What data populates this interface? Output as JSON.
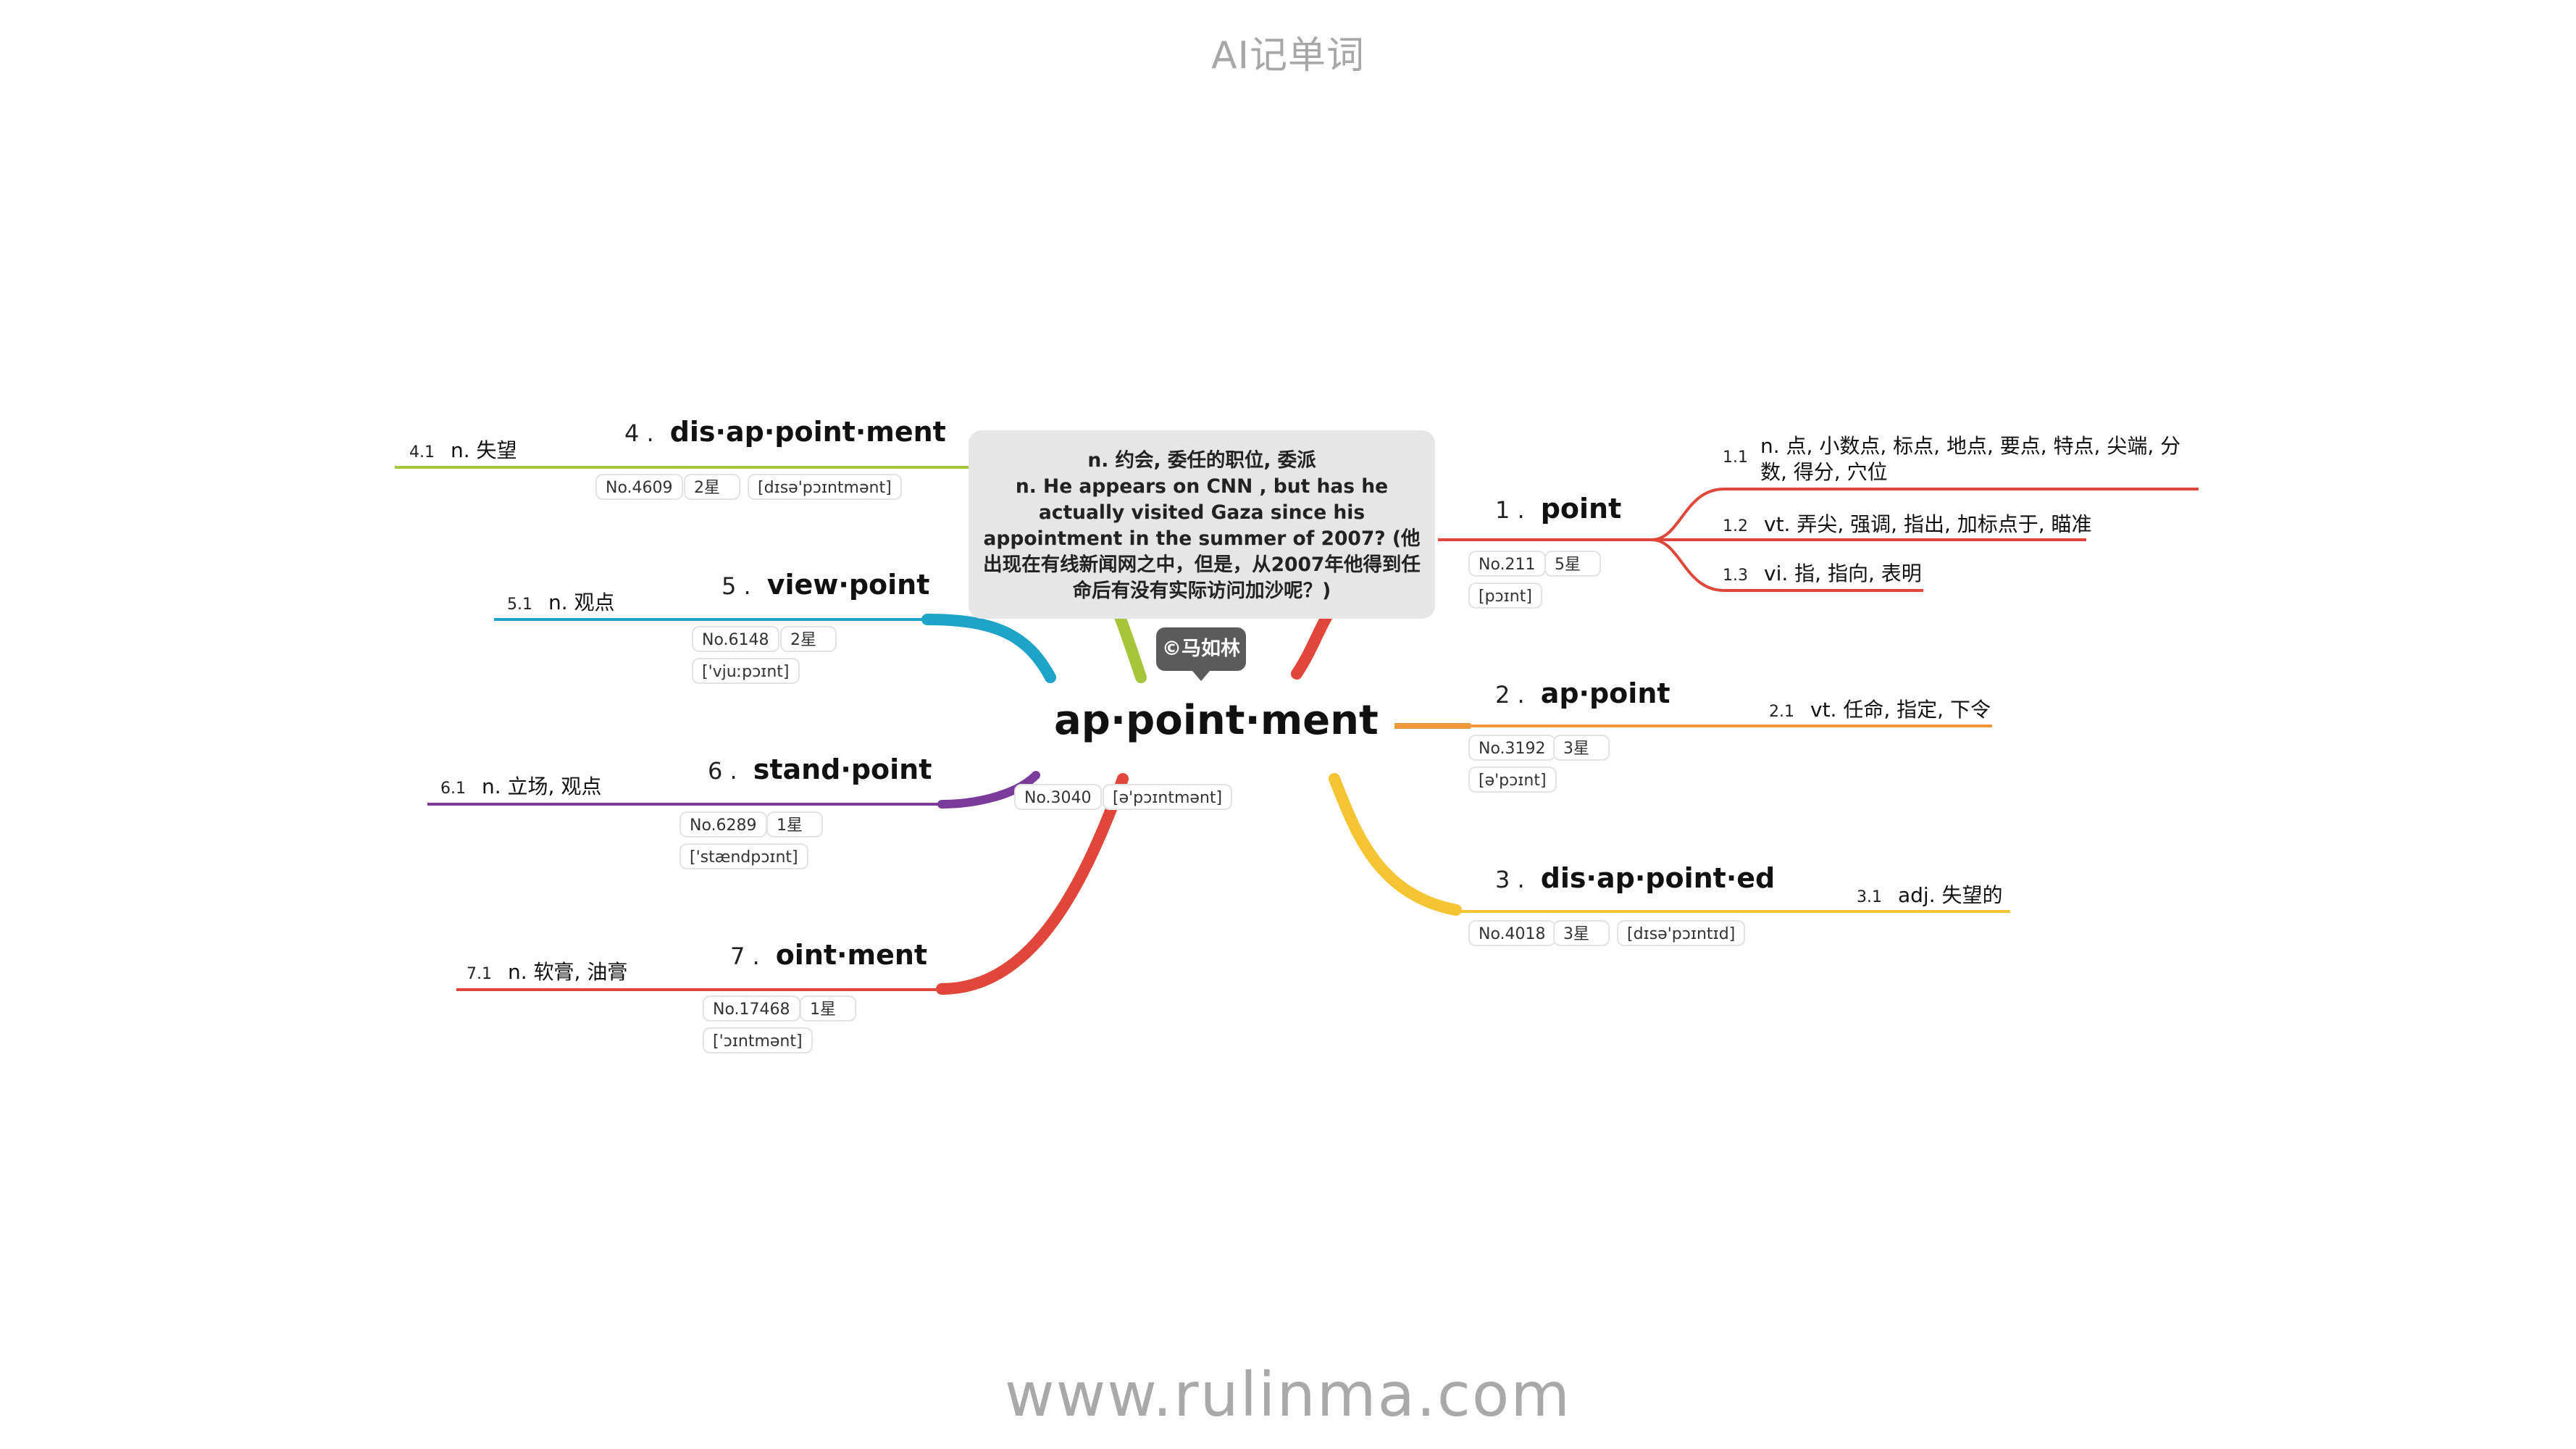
{
  "title": "AI记单词",
  "footer": "www.rulinma.com",
  "root": {
    "word": "ap·point·ment",
    "no": "No.3040",
    "phonetic": "[ə'pɔɪntmənt]",
    "note_meaning": "n. 约会, 委任的职位, 委派",
    "note_example": "n. He appears on CNN , but has he actually visited Gaza since his appointment in the summer of 2007? (他出现在有线新闻网之中，但是，从2007年他得到任命后有没有实际访问加沙呢？)",
    "author": "©马如林"
  },
  "branches": [
    {
      "id": "b1",
      "index": "1 .",
      "word": "point",
      "color": "#e0473a",
      "no": "No.211",
      "stars": "5星",
      "phonetic": "[pɔɪnt]",
      "senses": [
        {
          "num": "1.1",
          "text": "n. 点, 小数点, 标点, 地点, 要点, 特点, 尖端, 分数, 得分, 穴位"
        },
        {
          "num": "1.2",
          "text": "vt. 弄尖, 强调, 指出, 加标点于, 瞄准"
        },
        {
          "num": "1.3",
          "text": "vi. 指, 指向, 表明"
        }
      ]
    },
    {
      "id": "b2",
      "index": "2 .",
      "word": "ap·point",
      "color": "#f0973a",
      "no": "No.3192",
      "stars": "3星",
      "phonetic": "[ə'pɔɪnt]",
      "senses": [
        {
          "num": "2.1",
          "text": "vt. 任命, 指定, 下令"
        }
      ]
    },
    {
      "id": "b3",
      "index": "3 .",
      "word": "dis·ap·point·ed",
      "color": "#f5c433",
      "no": "No.4018",
      "stars": "3星",
      "phonetic": "[dɪsə'pɔɪntɪd]",
      "senses": [
        {
          "num": "3.1",
          "text": "adj. 失望的"
        }
      ]
    },
    {
      "id": "b4",
      "index": "4 .",
      "word": "dis·ap·point·ment",
      "color": "#a5c63b",
      "no": "No.4609",
      "stars": "2星",
      "phonetic": "[dɪsə'pɔɪntmənt]",
      "senses": [
        {
          "num": "4.1",
          "text": "n. 失望"
        }
      ]
    },
    {
      "id": "b5",
      "index": "5 .",
      "word": "view·point",
      "color": "#1ea3c9",
      "no": "No.6148",
      "stars": "2星",
      "phonetic": "['vjuːpɔɪnt]",
      "senses": [
        {
          "num": "5.1",
          "text": "n. 观点"
        }
      ]
    },
    {
      "id": "b6",
      "index": "6 .",
      "word": "stand·point",
      "color": "#7b3b9a",
      "no": "No.6289",
      "stars": "1星",
      "phonetic": "['stændpɔɪnt]",
      "senses": [
        {
          "num": "6.1",
          "text": "n. 立场, 观点"
        }
      ]
    },
    {
      "id": "b7",
      "index": "7 .",
      "word": "oint·ment",
      "color": "#e0473a",
      "no": "No.17468",
      "stars": "1星",
      "phonetic": "['ɔɪntmənt]",
      "senses": [
        {
          "num": "7.1",
          "text": "n. 软膏, 油膏"
        }
      ]
    }
  ]
}
